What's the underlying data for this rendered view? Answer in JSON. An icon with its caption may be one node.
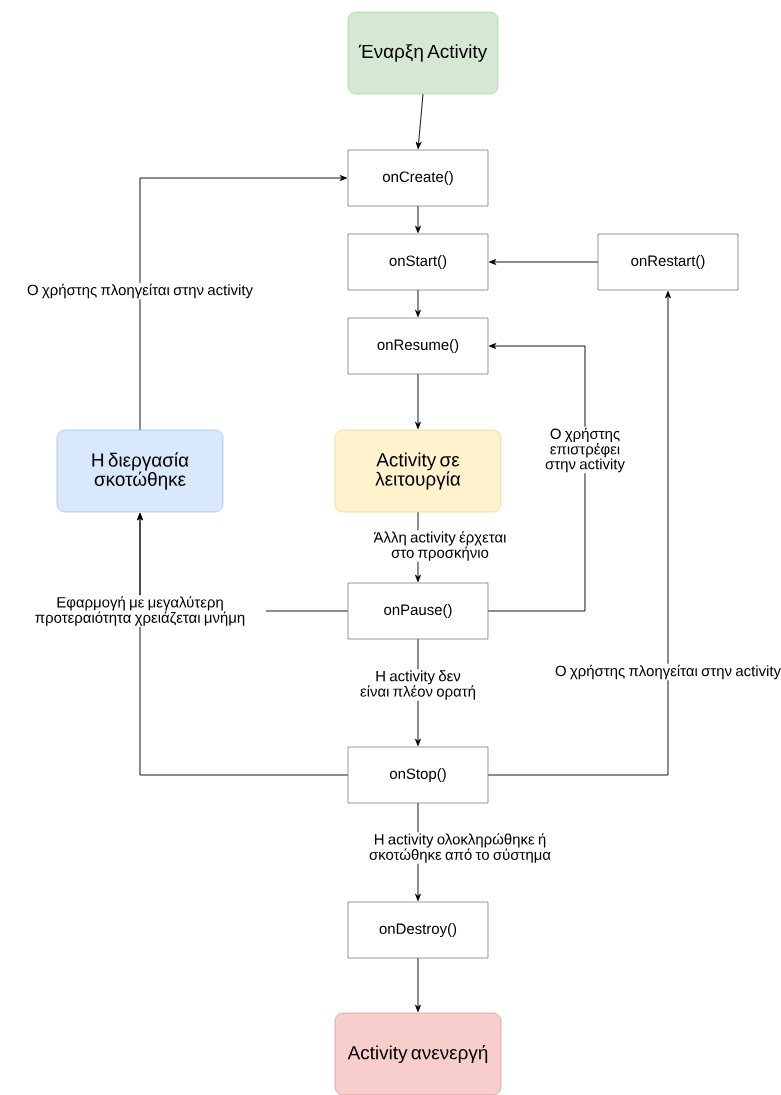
{
  "diagram": {
    "nodes": [
      {
        "text": [
          "Έναρξη Activity"
        ]
      },
      {
        "text": [
          "onCreate()"
        ]
      },
      {
        "text": [
          "onStart()"
        ]
      },
      {
        "text": [
          "onRestart()"
        ]
      },
      {
        "text": [
          "onResume()"
        ]
      },
      {
        "text": [
          "Η διεργασία σκοτώθηκε"
        ]
      },
      {
        "text": [
          "Activity σε λειτουργία"
        ]
      },
      {
        "text": [
          "onPause()"
        ]
      },
      {
        "text": [
          "onStop()"
        ]
      },
      {
        "text": [
          "onDestroy()"
        ]
      },
      {
        "text": [
          "Activity ανενεργή"
        ]
      }
    ],
    "edges": [
      {
        "from": 0,
        "to": 1,
        "arrow": "to"
      },
      {
        "from": 1,
        "to": 2,
        "arrow": "to"
      },
      {
        "from": 2,
        "to": 4,
        "arrow": "to"
      },
      {
        "from": 4,
        "to": 6,
        "arrow": "to"
      },
      {
        "from": 6,
        "to": 7,
        "arrow": "to",
        "label": "Άλλη activity έρχεται στο προσκήνιο"
      },
      {
        "from": 7,
        "to": 8,
        "arrow": "to",
        "label": "Η activity δεν είναι πλέον ορατή"
      },
      {
        "from": 8,
        "to": 9,
        "arrow": "to",
        "label": "Η activity ολοκληρώθηκε ή σκοτώθηκε από το σύστημα"
      },
      {
        "from": 9,
        "to": 10,
        "arrow": "to"
      },
      {
        "from": 3,
        "to": 2,
        "arrow": "to"
      },
      {
        "from": 7,
        "to": 4,
        "arrow": "to",
        "label": "Ο χρήστης επιστρέφει στην activity"
      },
      {
        "from": 8,
        "to": 3,
        "arrow": "to",
        "label": "Ο χρήστης πλοηγείται στην activity"
      },
      {
        "from": 7,
        "to": 5,
        "arrow": "to",
        "label": "Εφαρμογή με μεγαλύτερη προτεραιότητα χρειάζεται μνήμη"
      },
      {
        "from": 8,
        "to": 5,
        "arrow": "to"
      },
      {
        "from": 5,
        "to": 1,
        "arrow": "to",
        "label": "Ο χρήστης πλοηγείται στην activity"
      }
    ]
  }
}
